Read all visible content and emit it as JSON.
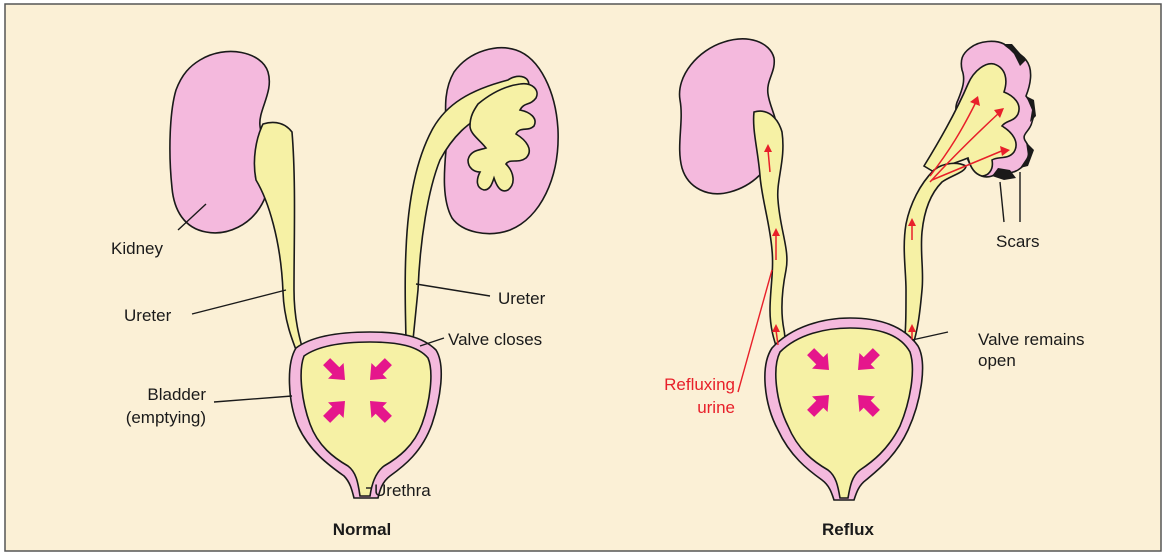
{
  "colors": {
    "background": "#fbf0d6",
    "border": "#555555",
    "kidney_fill": "#f4b9dd",
    "urine_fill": "#f6f1a5",
    "contraction_arrow": "#e5168c",
    "reflux_arrow": "#e8202a",
    "reflux_label": "#e8202a"
  },
  "panels": [
    {
      "caption": "Normal",
      "labels": {
        "kidney": "Kidney",
        "ureter_left": "Ureter",
        "ureter_right": "Ureter",
        "valve": "Valve closes",
        "bladder_line1": "Bladder",
        "bladder_line2": "(emptying)",
        "urethra": "Urethra"
      }
    },
    {
      "caption": "Reflux",
      "labels": {
        "scars": "Scars",
        "valve_line1": "Valve remains",
        "valve_line2": "open",
        "reflux_line1": "Refluxing",
        "reflux_line2": "urine"
      }
    }
  ]
}
